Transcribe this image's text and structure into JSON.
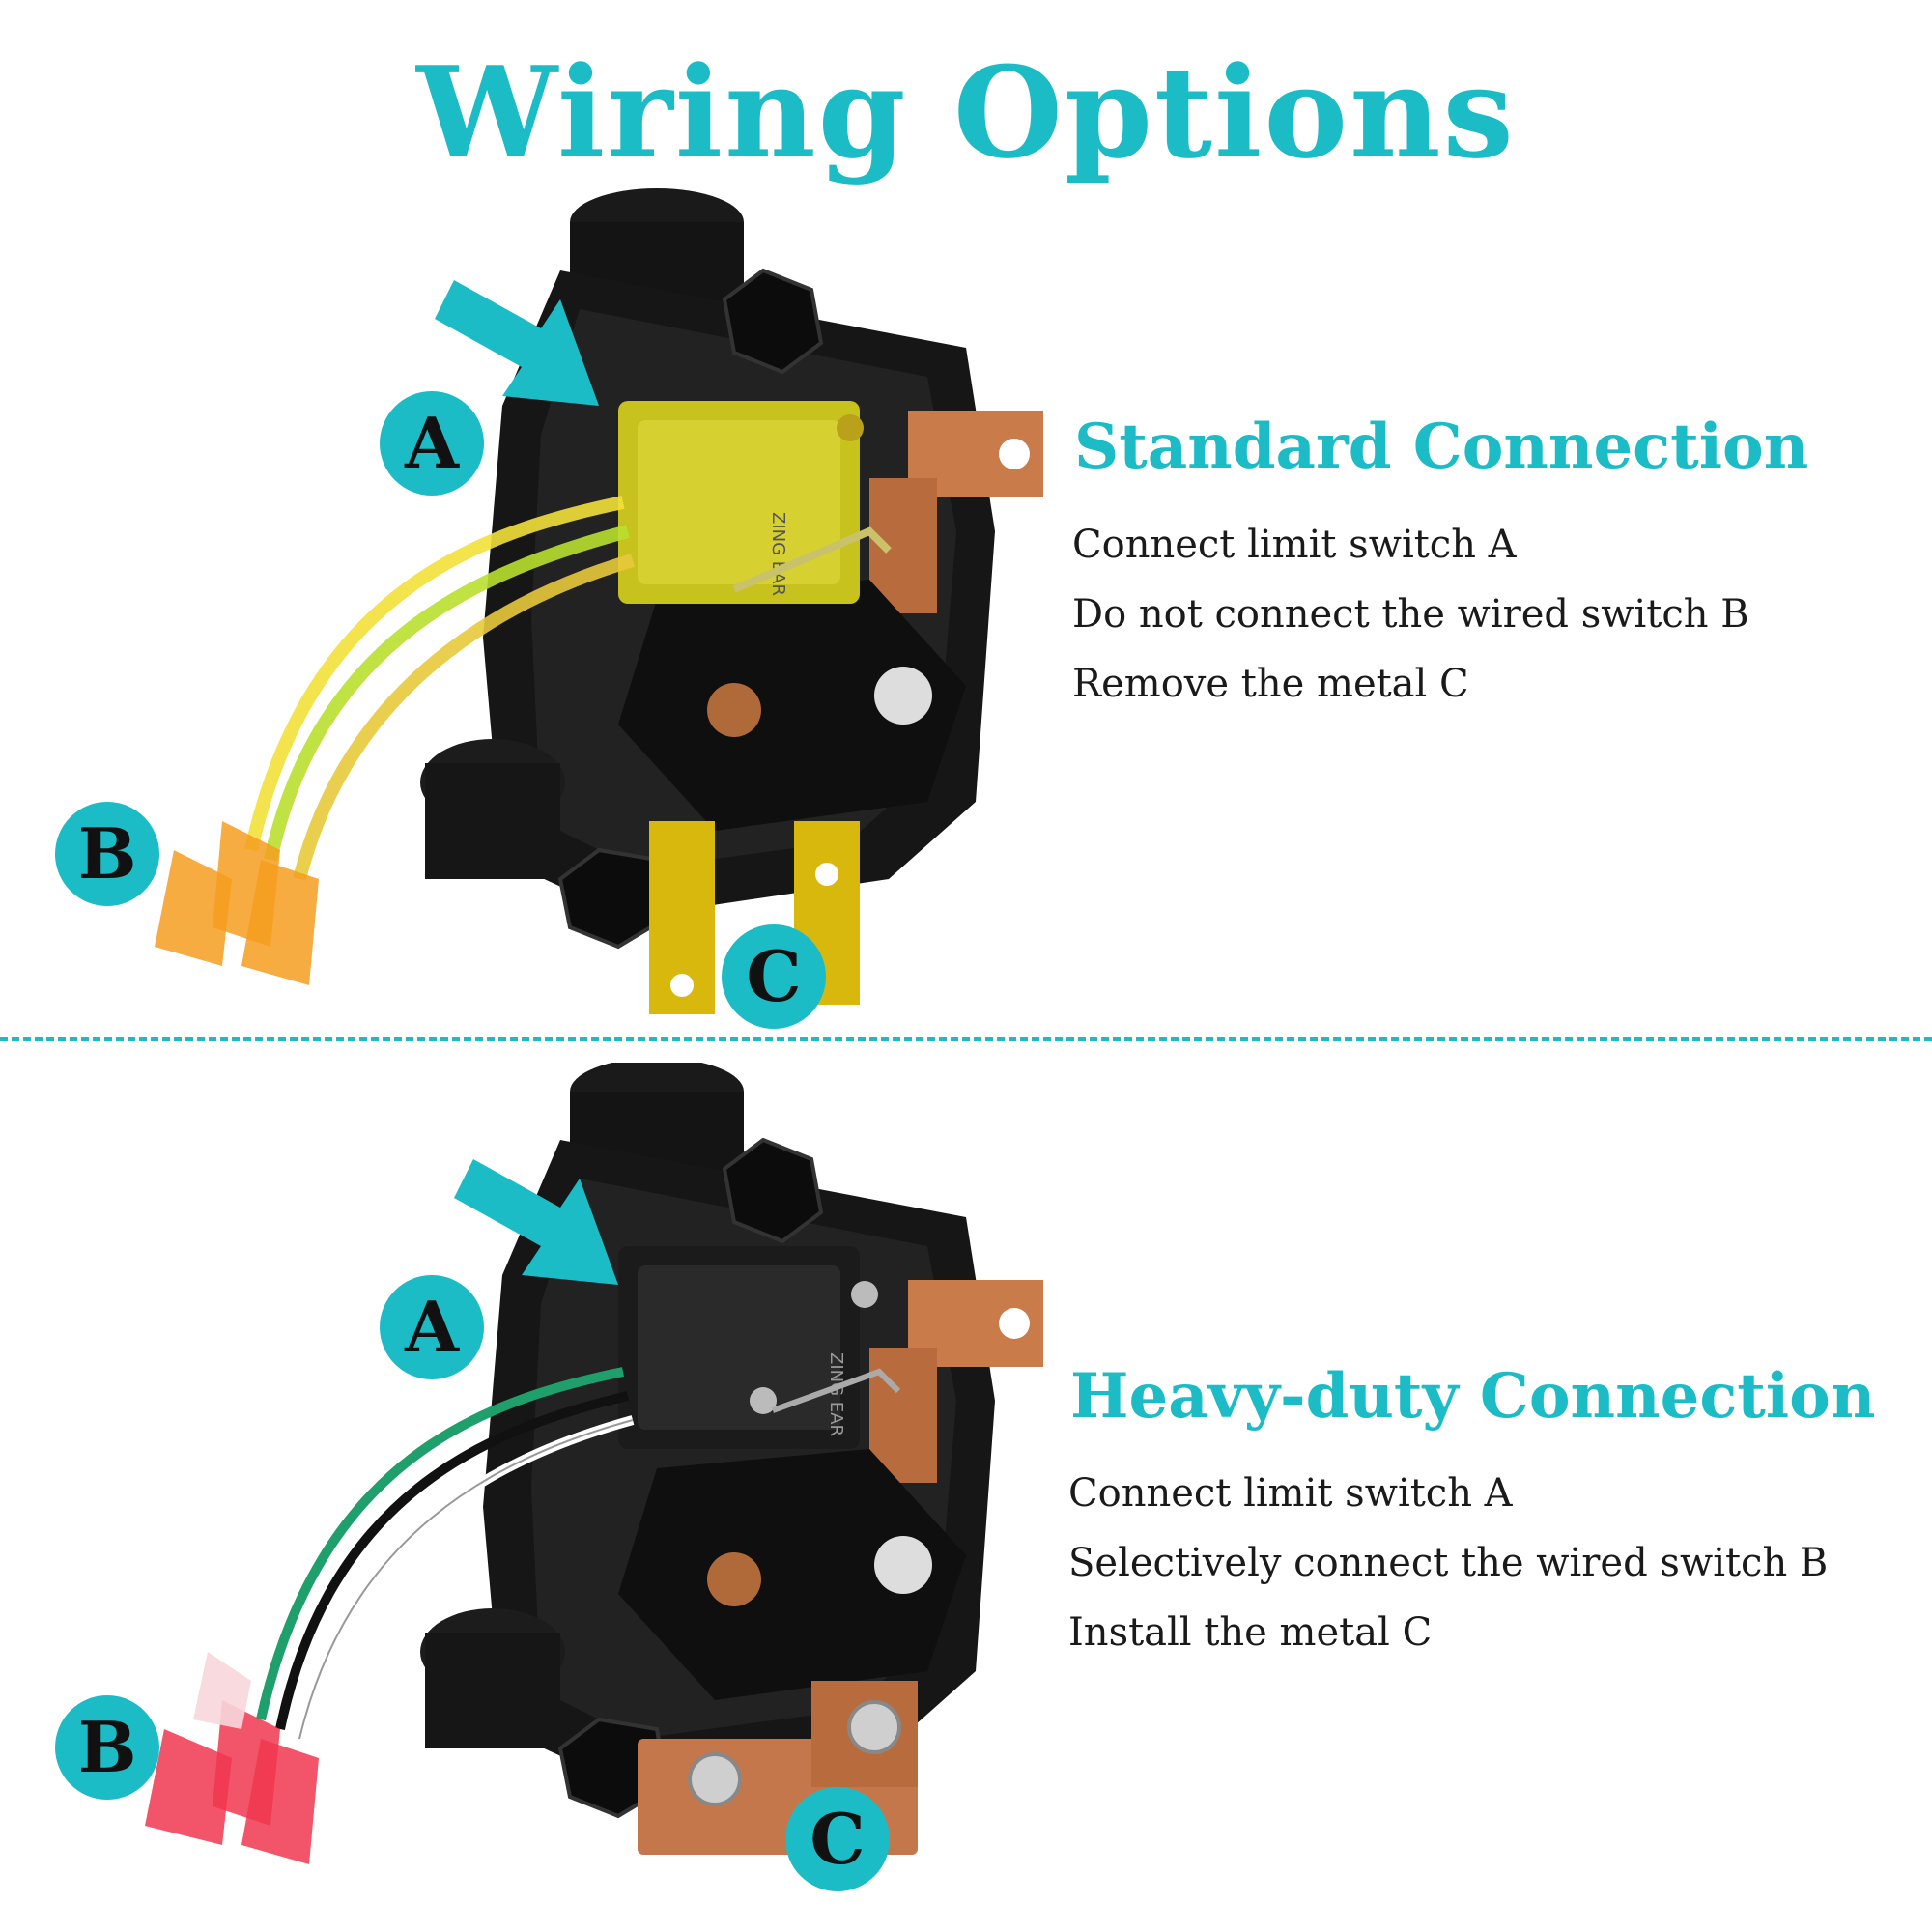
{
  "title": "Wiring Options",
  "colors": {
    "accent": "#1cbcc6"
  },
  "sections": [
    {
      "heading": "Standard Connection",
      "lines": [
        "Connect limit switch A",
        "Do not connect the wired switch B",
        "Remove the metal C"
      ],
      "badges": [
        "A",
        "B",
        "C"
      ],
      "switch_text": "ZING EAR",
      "wire_colors": [
        "#f2e03a",
        "#b9df2f",
        "#e8c93a"
      ],
      "terminal_color": "#f59d1f"
    },
    {
      "heading": "Heavy-duty Connection",
      "lines": [
        "Connect limit switch A",
        "Selectively connect the wired switch B",
        "Install the metal C"
      ],
      "badges": [
        "A",
        "B",
        "C"
      ],
      "switch_text": "ZING EAR",
      "wire_colors": [
        "#1f9f6b",
        "#111111",
        "#ffffff"
      ],
      "terminal_color": "#f0374f"
    }
  ]
}
